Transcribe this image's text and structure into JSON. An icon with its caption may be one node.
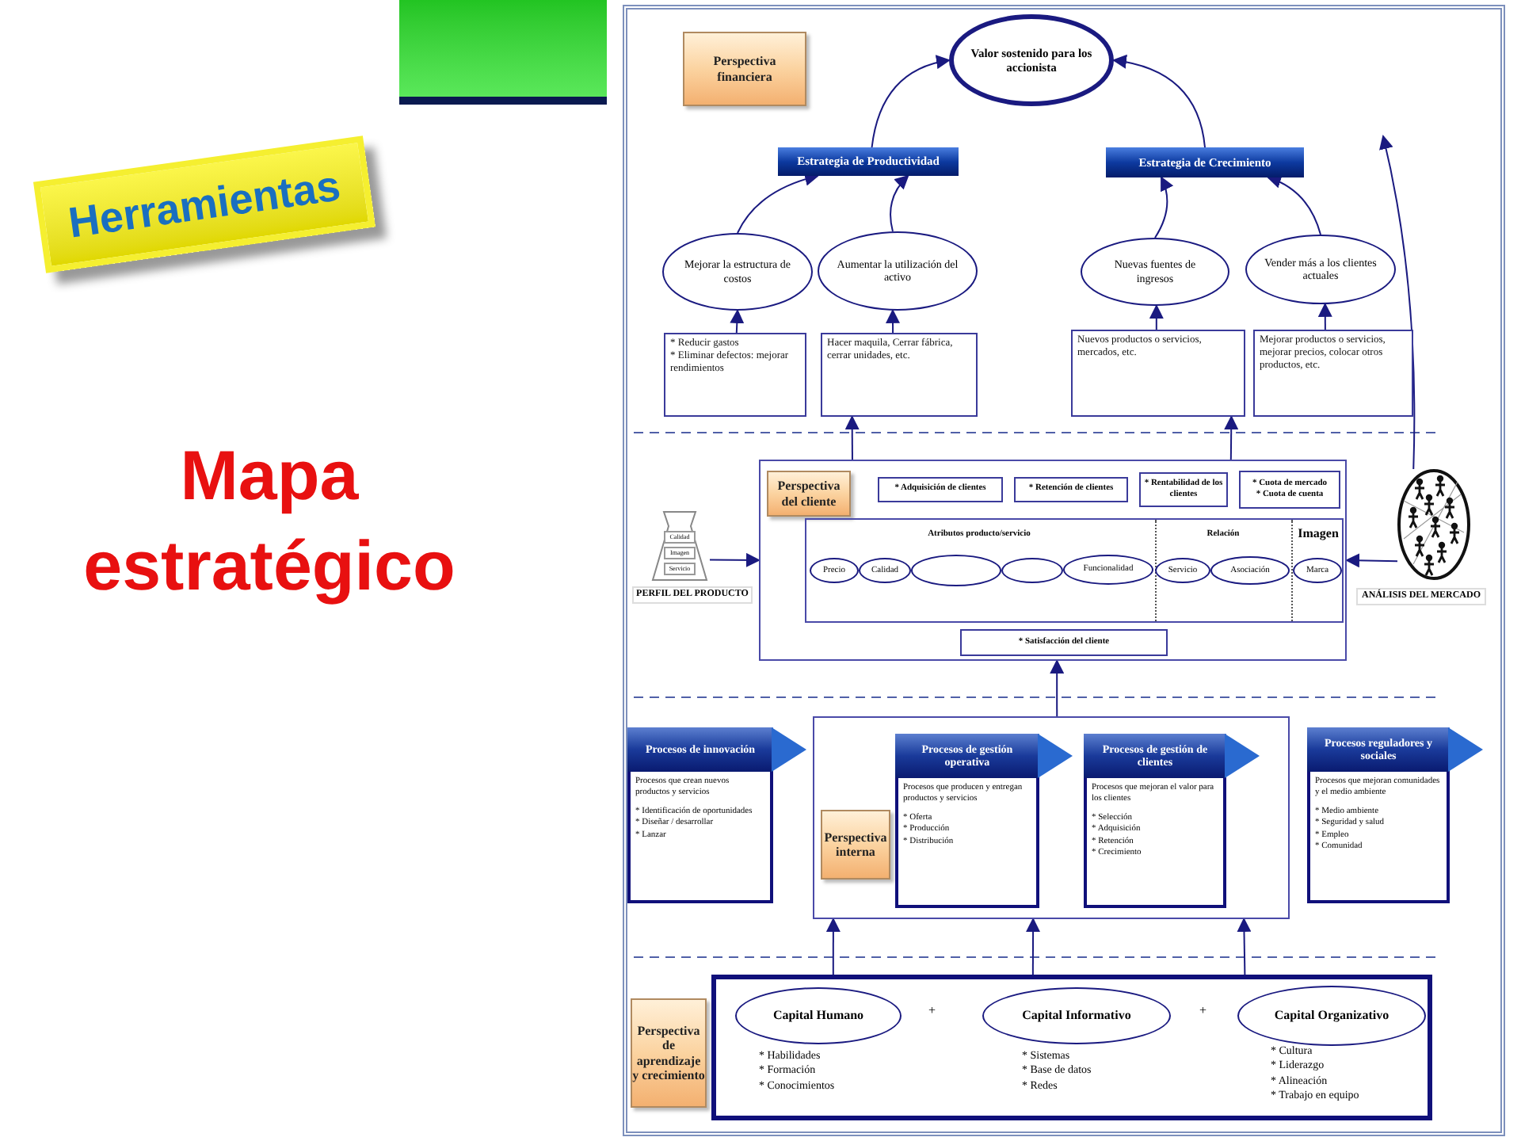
{
  "diagram": {
    "title": "Mapa estratégico",
    "nodes": [
      {
        "text": [
          "Perspectiva financiera"
        ]
      },
      {
        "text": [
          "Valor sostenido para los accionista"
        ]
      },
      {
        "text": [
          "Estrategia de Productividad"
        ]
      },
      {
        "text": [
          "Estrategia de Crecimiento"
        ]
      },
      {
        "text": [
          "Mejorar la estructura de costos"
        ]
      },
      {
        "text": [
          "Aumentar la utilización del activo"
        ]
      },
      {
        "text": [
          "Nuevas fuentes de ingresos"
        ]
      },
      {
        "text": [
          "Vender más a los clientes actuales"
        ]
      },
      {
        "text": [
          "* Reducir gastos",
          "* Eliminar defectos: mejorar rendimientos"
        ]
      },
      {
        "text": [
          "Hacer maquila, Cerrar fábrica, cerrar unidades, etc."
        ]
      },
      {
        "text": [
          "Nuevos productos o servicios, mercados, etc."
        ]
      },
      {
        "text": [
          "Mejorar productos o servicios, mejorar precios, colocar otros productos, etc."
        ]
      },
      {
        "text": [],
        "shape": "box"
      },
      {
        "text": [
          "Perspectiva del cliente"
        ],
        "in": 12
      },
      {
        "text": [
          "* Adquisición de clientes"
        ],
        "in": 12
      },
      {
        "text": [
          "* Retención de clientes"
        ],
        "in": 12
      },
      {
        "text": [
          "* Rentabilidad de los clientes"
        ],
        "in": 12
      },
      {
        "text": [
          "* Cuota de mercado",
          "* Cuota de cuenta"
        ],
        "in": 12
      },
      {
        "text": [
          "Atributos producto/servicio",
          "Relación",
          "Imagen"
        ],
        "in": 12
      },
      {
        "text": [
          "Precio"
        ],
        "in": 18
      },
      {
        "text": [
          "Calidad"
        ],
        "in": 18
      },
      {
        "text": [],
        "shape": "ellipse",
        "in": 18
      },
      {
        "text": [],
        "shape": "ellipse",
        "in": 18
      },
      {
        "text": [
          "Funcionalidad"
        ],
        "in": 18
      },
      {
        "text": [
          "Servicio"
        ],
        "in": 18
      },
      {
        "text": [
          "Asociación"
        ],
        "in": 18
      },
      {
        "text": [
          "Marca"
        ],
        "in": 18
      },
      {
        "text": [
          "* Satisfacción del cliente"
        ],
        "in": 12
      },
      {
        "text": [
          "Calidad",
          "Imagen",
          "Servicio"
        ],
        "beside": [
          "PERFIL DEL PRODUCTO"
        ]
      },
      {
        "text": [],
        "shape": "picture",
        "beside": [
          "ANÁLISIS DEL MERCADO"
        ]
      },
      {
        "text": [
          "Procesos de innovación",
          "Procesos que crean nuevos productos y servicios",
          "* Identificación de oportunidades",
          "* Diseñar / desarrollar",
          "* Lanzar"
        ]
      },
      {
        "text": [],
        "shape": "box"
      },
      {
        "text": [
          "Perspectiva interna"
        ],
        "in": 31
      },
      {
        "text": [
          "Procesos de gestión operativa",
          "Procesos que producen y entregan productos y servicios",
          "* Oferta",
          "* Producción",
          "* Distribución"
        ],
        "in": 31
      },
      {
        "text": [
          "Procesos de gestión de clientes",
          "Procesos que mejoran el valor para los clientes",
          "* Selección",
          "* Adquisición",
          "* Retención",
          "* Crecimiento"
        ],
        "in": 31
      },
      {
        "text": [
          "Procesos reguladores y sociales",
          "Procesos que mejoran comunidades y el medio ambiente",
          "* Medio ambiente",
          "* Seguridad y salud",
          "* Empleo",
          "* Comunidad"
        ]
      },
      {
        "text": [
          "Perspectiva de aprendizaje y crecimiento"
        ]
      },
      {
        "text": [],
        "shape": "box"
      },
      {
        "text": [
          "Capital Humano"
        ],
        "in": 37,
        "beside": [
          "* Habilidades",
          "* Formación",
          "* Conocimientos"
        ]
      },
      {
        "text": [
          "Capital Informativo"
        ],
        "in": 37,
        "beside": [
          "* Sistemas",
          "* Base de datos",
          "* Redes"
        ]
      },
      {
        "text": [
          "Capital Organizativo"
        ],
        "in": 37,
        "beside": [
          "* Cultura",
          "* Liderazgo",
          "* Alineación",
          "* Trabajo en equipo"
        ]
      }
    ],
    "edges": [
      {
        "from": 2,
        "to": 1,
        "arrow": "to"
      },
      {
        "from": 3,
        "to": 1,
        "arrow": "to"
      },
      {
        "from": 4,
        "to": 2,
        "arrow": "to"
      },
      {
        "from": 5,
        "to": 2,
        "arrow": "to"
      },
      {
        "from": 6,
        "to": 3,
        "arrow": "to"
      },
      {
        "from": 7,
        "to": 3,
        "arrow": "to"
      },
      {
        "from": 8,
        "to": 4,
        "arrow": "to"
      },
      {
        "from": 9,
        "to": 5,
        "arrow": "to"
      },
      {
        "from": 10,
        "to": 6,
        "arrow": "to"
      },
      {
        "from": 11,
        "to": 7,
        "arrow": "to"
      },
      {
        "from": 12,
        "to": 9,
        "arrow": "to"
      },
      {
        "from": 12,
        "to": 10,
        "arrow": "to"
      },
      {
        "from": 31,
        "to": 12,
        "arrow": "to"
      },
      {
        "from": 37,
        "to": 31,
        "arrow": "to"
      },
      {
        "from": 37,
        "to": 31,
        "arrow": "to"
      },
      {
        "from": 37,
        "to": 31,
        "arrow": "to"
      },
      {
        "from": 28,
        "to": 12,
        "arrow": "to"
      },
      {
        "from": 29,
        "to": 12,
        "arrow": "to"
      },
      {
        "from": 29,
        "to": null,
        "arrow": "to"
      }
    ],
    "labels": [
      "Herramientas",
      "+",
      "+"
    ]
  }
}
